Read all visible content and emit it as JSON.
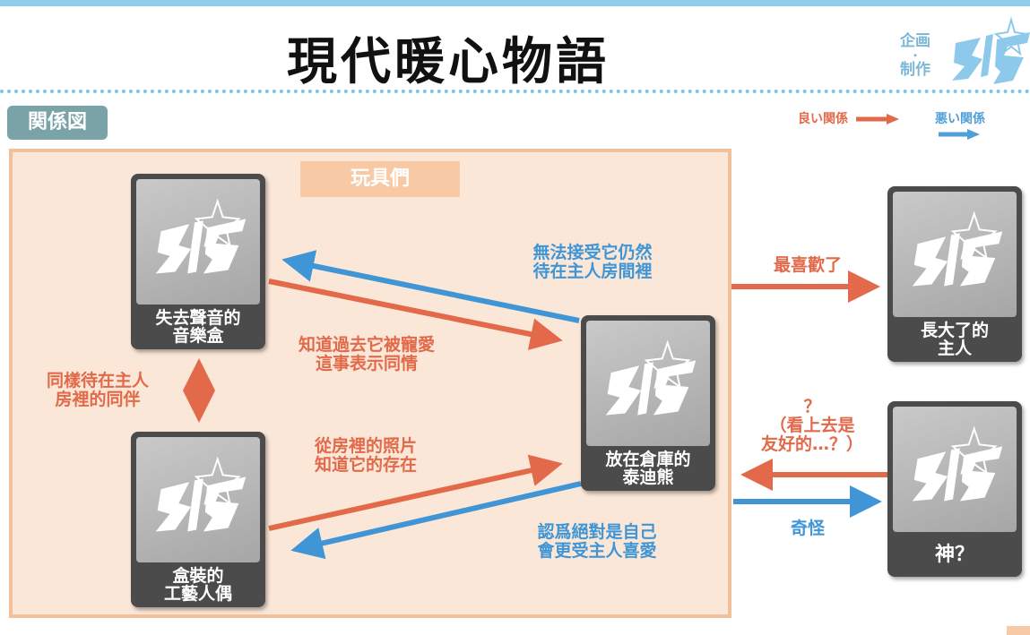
{
  "header": {
    "title": "現代暖心物語",
    "logo_text_top": "企画",
    "logo_text_dot": "・",
    "logo_text_bottom": "制作"
  },
  "section_tag": "関係図",
  "legend": {
    "good": "良い関係",
    "bad": "悪い関係",
    "good_color": "#e2694a",
    "bad_color": "#4f9fd8"
  },
  "group_label": "玩具們",
  "cards": {
    "music_box": "失去聲音的\n音樂盒",
    "doll": "盒裝的\n工藝人偶",
    "teddy": "放在倉庫的\n泰迪熊",
    "owner": "長大了的\n主人",
    "god": "神？"
  },
  "annotations": {
    "teddy_to_music": "無法接受它仍然\n待在主人房間裡",
    "music_to_teddy": "知道過去它被寵愛\n這事表示同情",
    "music_doll": "同樣待在主人\n房裡的同伴",
    "doll_to_teddy": "從房裡的照片\n知道它的存在",
    "teddy_to_doll": "認爲絕對是自己\n會更受主人喜愛",
    "teddy_to_owner": "最喜歡了",
    "god_to_teddy": "？\n（看上去是\n友好的…？）",
    "teddy_to_god": "奇怪"
  }
}
